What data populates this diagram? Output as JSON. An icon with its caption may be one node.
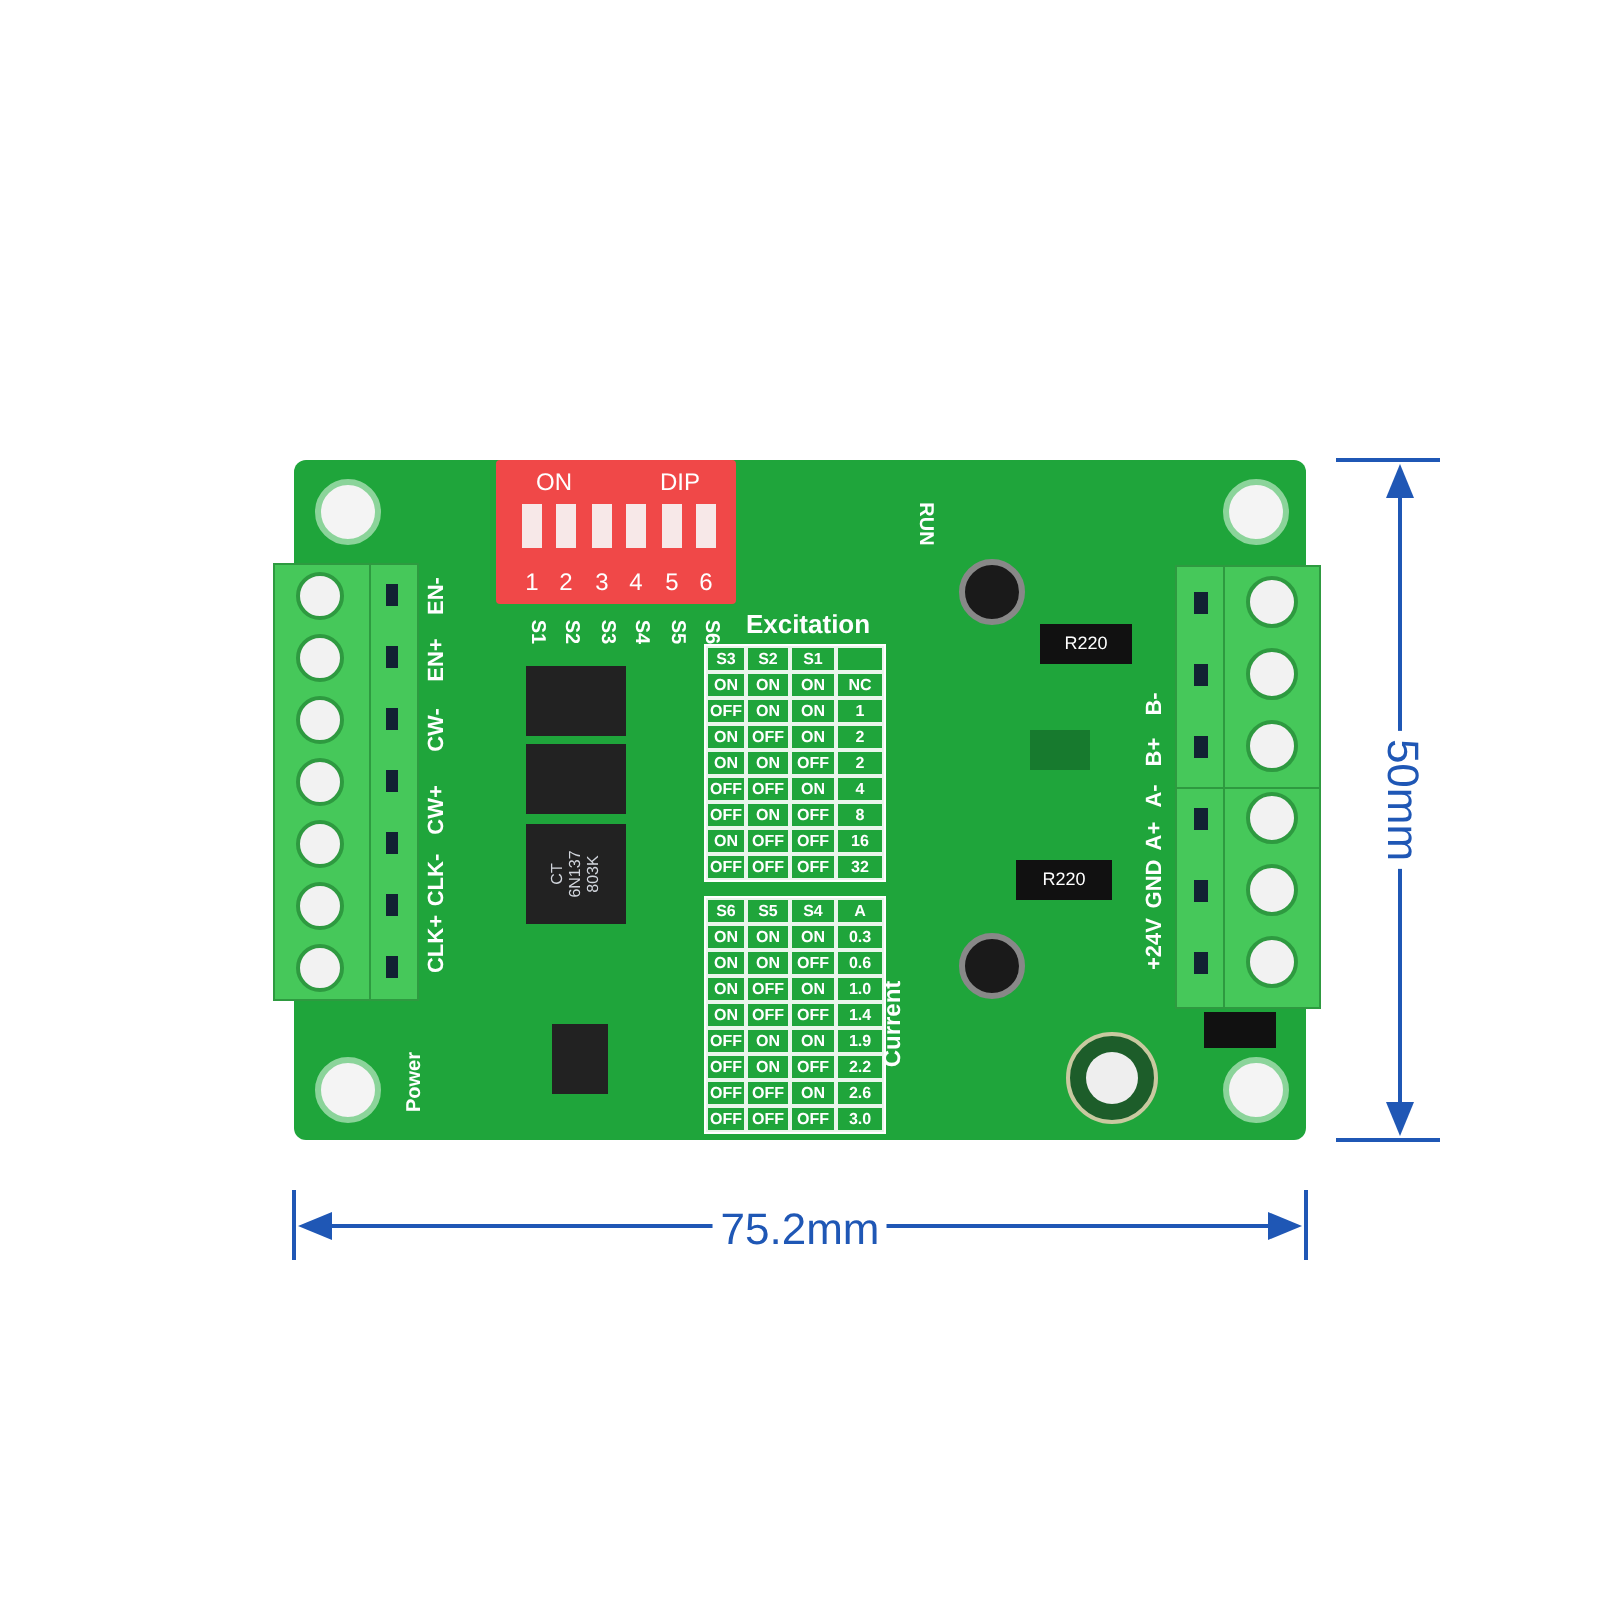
{
  "diagram": {
    "labels": [
      "ON",
      "DIP",
      "1",
      "2",
      "3",
      "4",
      "5",
      "6",
      "RUN",
      "EN-",
      "EN+",
      "CW-",
      "CW+",
      "CLK-",
      "CLK+",
      "S1",
      "S2",
      "S3",
      "S4",
      "S5",
      "S6",
      "Excitation",
      "S3",
      "S2",
      "S1",
      "ON",
      "ON",
      "ON",
      "NC",
      "OFF",
      "ON",
      "ON",
      "1",
      "ON",
      "OFF",
      "ON",
      "2",
      "ON",
      "ON",
      "OFF",
      "2",
      "OFF",
      "OFF",
      "ON",
      "4",
      "OFF",
      "ON",
      "OFF",
      "8",
      "ON",
      "OFF",
      "OFF",
      "16",
      "OFF",
      "OFF",
      "OFF",
      "32",
      "S6",
      "S5",
      "S4",
      "A",
      "ON",
      "ON",
      "ON",
      "0.3",
      "ON",
      "ON",
      "OFF",
      "0.6",
      "ON",
      "OFF",
      "ON",
      "1.0",
      "ON",
      "OFF",
      "OFF",
      "1.4",
      "OFF",
      "ON",
      "ON",
      "1.9",
      "OFF",
      "ON",
      "OFF",
      "2.2",
      "OFF",
      "OFF",
      "ON",
      "2.6",
      "OFF",
      "OFF",
      "OFF",
      "3.0",
      "Current",
      "Power",
      "R220",
      "R220",
      "CT",
      "6N137",
      "803K",
      "B-",
      "B+",
      "A-",
      "A+",
      "GND",
      "+24V",
      "75.2mm",
      "50mm"
    ]
  }
}
